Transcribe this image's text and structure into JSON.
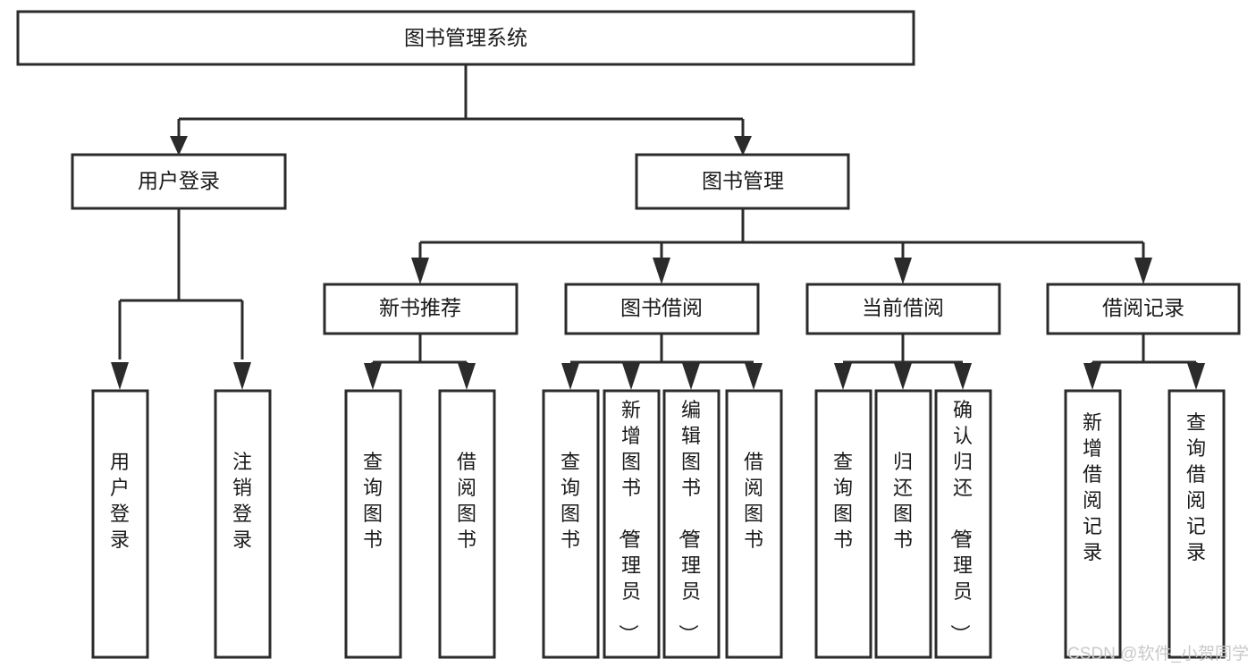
{
  "diagram": {
    "title": "图书管理系统",
    "type": "tree-hierarchy-chart",
    "root": {
      "label": "图书管理系统"
    },
    "level2": [
      {
        "label": "用户登录"
      },
      {
        "label": "图书管理"
      }
    ],
    "level3": [
      {
        "label": "新书推荐"
      },
      {
        "label": "图书借阅"
      },
      {
        "label": "当前借阅"
      },
      {
        "label": "借阅记录"
      }
    ],
    "leaves": {
      "user_login": [
        {
          "label": "用户登录"
        },
        {
          "label": "注销登录"
        }
      ],
      "new_book_recommend": [
        {
          "label": "查询图书"
        },
        {
          "label": "借阅图书"
        }
      ],
      "book_borrow": [
        {
          "label": "查询图书"
        },
        {
          "label": "新增图书（管理员）"
        },
        {
          "label": "编辑图书（管理员）"
        },
        {
          "label": "借阅图书"
        }
      ],
      "current_borrow": [
        {
          "label": "查询图书"
        },
        {
          "label": "归还图书"
        },
        {
          "label": "确认归还（管理员）"
        }
      ],
      "borrow_record": [
        {
          "label": "新增借阅记录"
        },
        {
          "label": "查询借阅记录"
        }
      ]
    },
    "watermark": "CSDN @软件_小贺同学",
    "colors": {
      "box_stroke": "#2b2b2b",
      "box_fill": "#ffffff",
      "text": "#1a1a1a",
      "connector": "#2b2b2b",
      "watermark": "#c9c9c9",
      "background": "#ffffff"
    }
  }
}
